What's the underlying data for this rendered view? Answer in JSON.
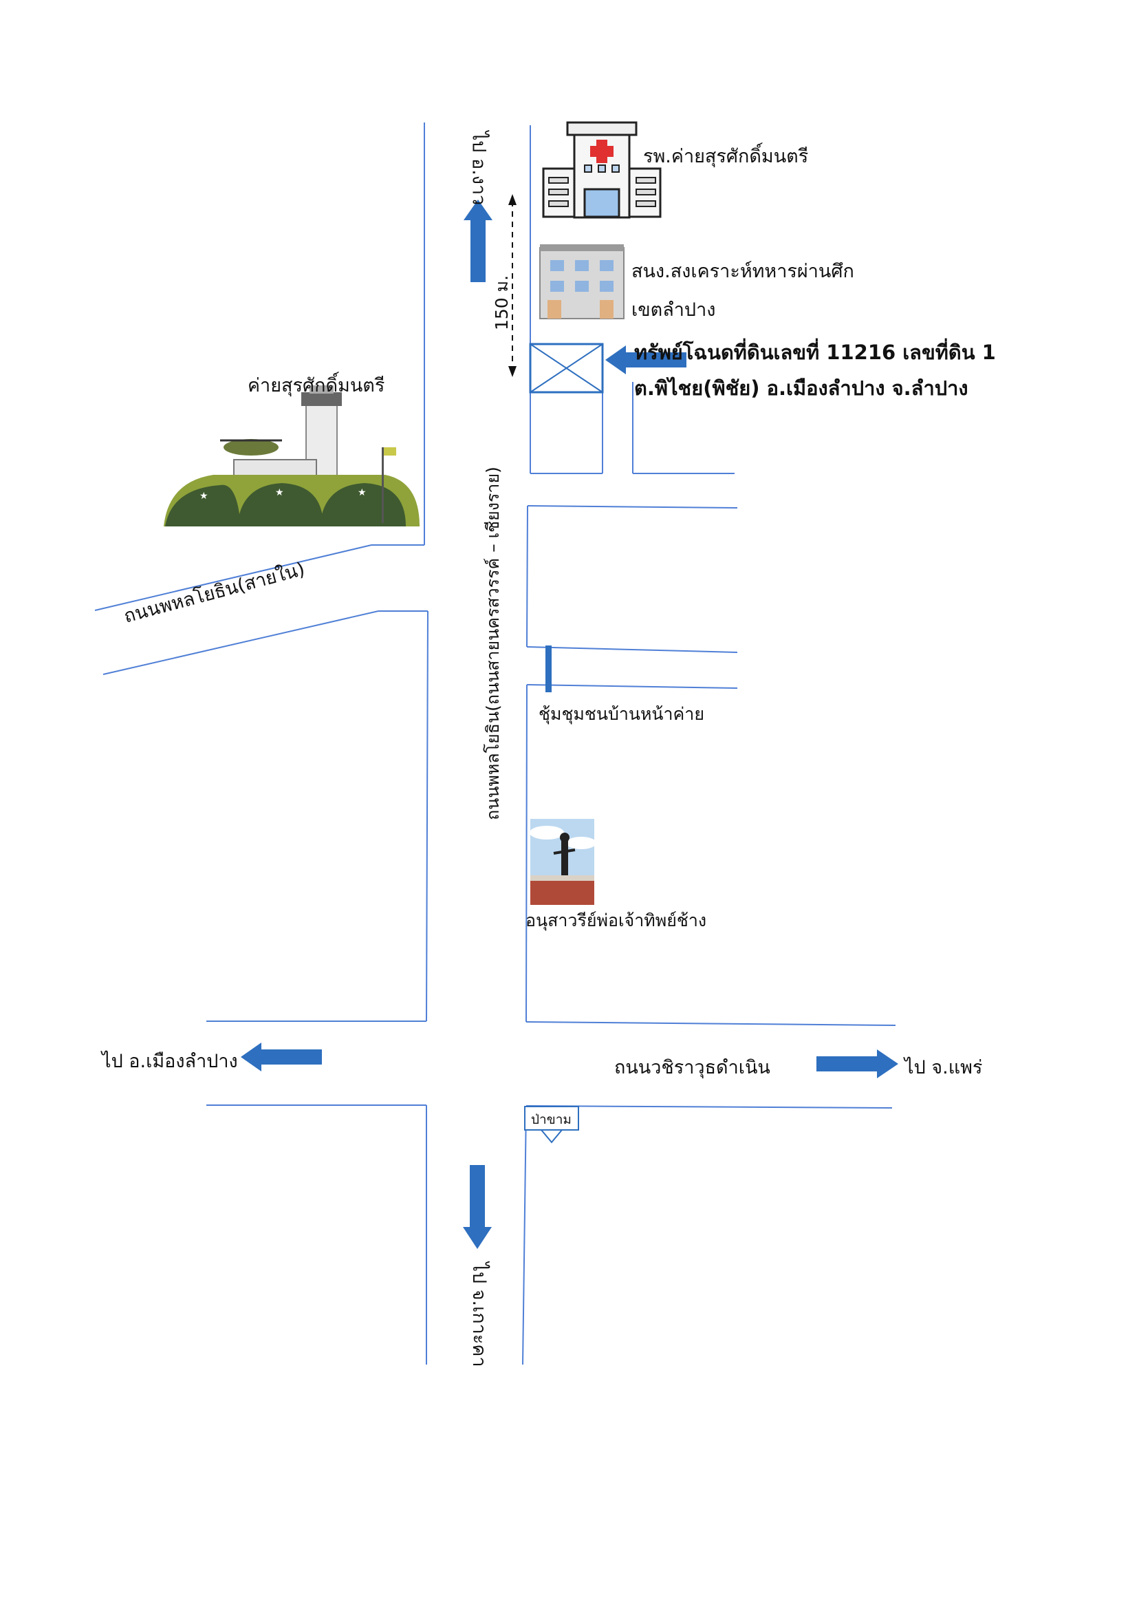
{
  "roads": {
    "main_vertical": "ถนนพหลโยธิน(ถนนสายนครสวรรค์ – เชียงราย)",
    "inner_diagonal": "ถนนพหลโยธิน(สายใน)",
    "cross_horizontal": "ถนนวชิราวุธดำเนิน"
  },
  "directions": {
    "north": "ไป อ.งาว",
    "south": "ไป จ.เกาะคา",
    "west": "ไป อ.เมืองลำปาง",
    "east": "ไป จ.แพร่"
  },
  "landmarks": {
    "hospital": "รพ.ค่ายสุรศักดิ์มนตรี",
    "office_line1": "สนง.สงเคราะห์ทหารผ่านศึก",
    "office_line2": "เขตลำปาง",
    "camp": "ค่ายสุรศักดิ์มนตรี",
    "community": "ชุ้มชุมชนบ้านหน้าค่าย",
    "monument": "อนุสาวรีย์พ่อเจ้าทิพย์ช้าง",
    "pakham_sign": "ป่าขาม"
  },
  "property": {
    "line1": "ทรัพย์โฉนดที่ดินเลขที่ 11216 เลขที่ดิน 1",
    "line2": "ต.พิไชย(พิชัย) อ.เมืองลำปาง จ.ลำปาง"
  },
  "distance": "150 ม.",
  "colors": {
    "road": "#4f7fd6",
    "arrow": "#2e6fbf",
    "text": "#111111"
  }
}
